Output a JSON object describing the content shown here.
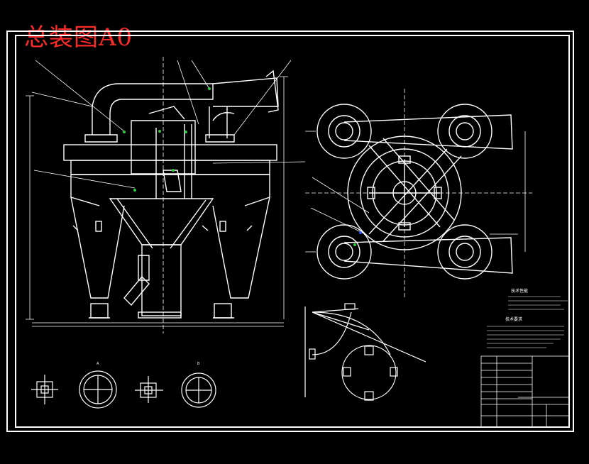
{
  "title": "总装图A0",
  "colors": {
    "background": "#000000",
    "lines": "#ffffff",
    "title": "#ff2a2a",
    "markers": "#2ecc40",
    "accent": "#3355ff"
  },
  "notes": {
    "tech_specs_heading": "技术性能",
    "tech_requirements_heading": "技术要求"
  },
  "views": {
    "section_a": "A",
    "section_b": "B"
  }
}
